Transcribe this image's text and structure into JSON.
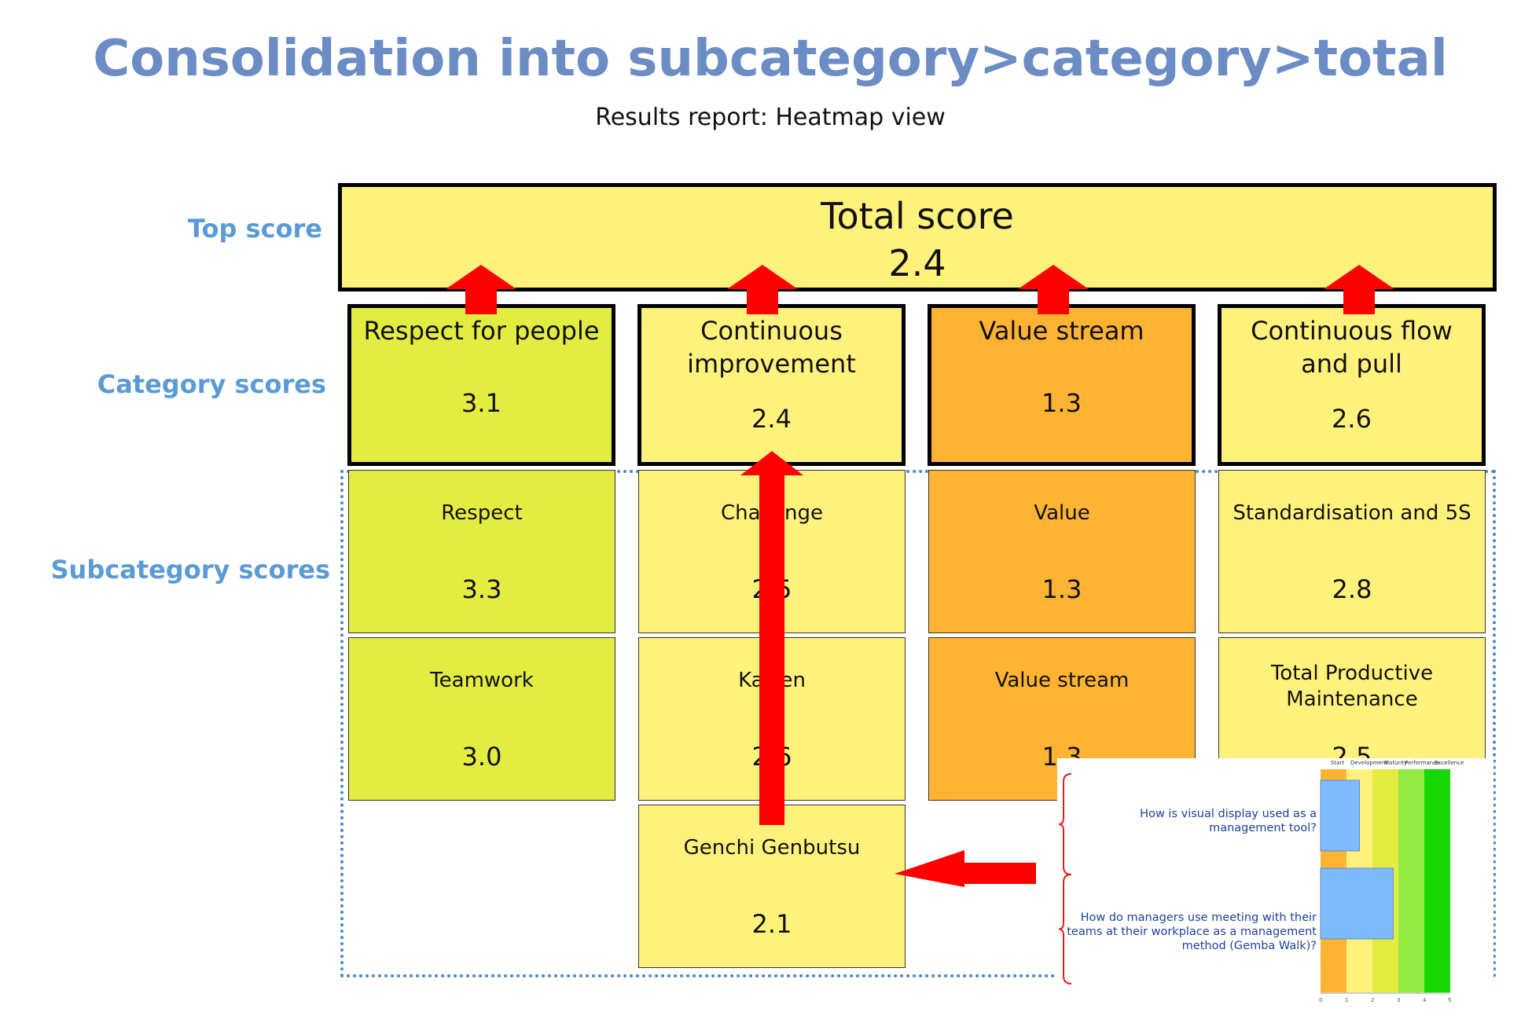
{
  "title": "Consolidation into subcategory>category>total",
  "subtitle": "Results report: Heatmap view",
  "row_labels": {
    "top": "Top score",
    "category": "Category scores",
    "subcategory": "Subcategory scores"
  },
  "total": {
    "label": "Total score",
    "value": "2.4",
    "color": "#fff27c"
  },
  "categories": [
    {
      "label": "Respect for people",
      "value": "3.1",
      "color": "#e3ec41"
    },
    {
      "label": "Continuous improvement",
      "value": "2.4",
      "color": "#fff27c"
    },
    {
      "label": "Value stream",
      "value": "1.3",
      "color": "#ffb333"
    },
    {
      "label": "Continuous flow and pull",
      "value": "2.6",
      "color": "#fff27c"
    }
  ],
  "subcategories": [
    {
      "label": "Respect",
      "value": "3.3",
      "color": "#e3ec41"
    },
    {
      "label": "Teamwork",
      "value": "3.0",
      "color": "#e3ec41"
    },
    {
      "label": "Challenge",
      "value": "2.5",
      "color": "#fff27c"
    },
    {
      "label": "Kaizen",
      "value": "2.6",
      "color": "#fff27c"
    },
    {
      "label": "Genchi Genbutsu",
      "value": "2.1",
      "color": "#fff27c"
    },
    {
      "label": "Value",
      "value": "1.3",
      "color": "#ffb333"
    },
    {
      "label": "Value stream",
      "value": "1.3",
      "color": "#ffb333"
    },
    {
      "label": "Standardisation and 5S",
      "value": "2.8",
      "color": "#fff27c"
    },
    {
      "label": "Total Productive Maintenance",
      "value": "2.5",
      "color": "#fff27c"
    }
  ],
  "arrow_color": "#ff0000",
  "inset": {
    "levels": [
      "Start",
      "Development",
      "Maturity",
      "Performance",
      "Excellence"
    ],
    "level_colors": [
      "#ffb333",
      "#fff27c",
      "#e3ec41",
      "#93ea42",
      "#16d800"
    ],
    "bar_color": "#7fbaff",
    "axis_ticks": [
      "0",
      "1",
      "2",
      "3",
      "4",
      "5"
    ],
    "questions": [
      {
        "text": "How is visual display used as a management tool?",
        "value": 1.5
      },
      {
        "text": "How do managers use meeting with their teams at their workplace as a management method (Gemba Walk)?",
        "value": 2.8
      }
    ]
  }
}
